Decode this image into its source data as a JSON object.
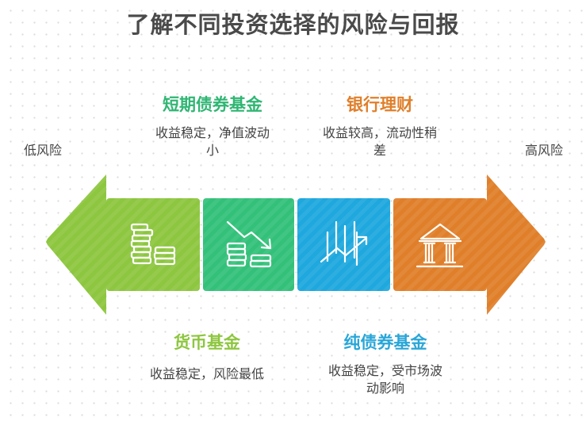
{
  "title": "了解不同投资选择的风险与回报",
  "risk_axis": {
    "low_label": "低风险",
    "high_label": "高风险"
  },
  "items": [
    {
      "id": "money-fund",
      "title": "货币基金",
      "desc_line1": "收益稳定，风险最低",
      "desc_line2": "",
      "color": "#8dc63f",
      "icon": "coin-stack-icon",
      "position": "bottom"
    },
    {
      "id": "short-bond-fund",
      "title": "短期债券基金",
      "desc_line1": "收益稳定，净值波动",
      "desc_line2": "小",
      "color": "#33c17a",
      "icon": "declining-coins-icon",
      "position": "top"
    },
    {
      "id": "pure-bond-fund",
      "title": "纯债券基金",
      "desc_line1": "收益稳定，受市场波",
      "desc_line2": "动影响",
      "color": "#1ea8de",
      "icon": "rising-chart-icon",
      "position": "bottom"
    },
    {
      "id": "bank-wealth",
      "title": "银行理财",
      "desc_line1": "收益较高，流动性稍",
      "desc_line2": "差",
      "color": "#e07f2a",
      "icon": "bank-icon",
      "position": "top"
    }
  ],
  "title_colors": {
    "money-fund": "#8dc63f",
    "short-bond-fund": "#2fb673",
    "pure-bond-fund": "#29a6d8",
    "bank-wealth": "#e07f2a"
  }
}
